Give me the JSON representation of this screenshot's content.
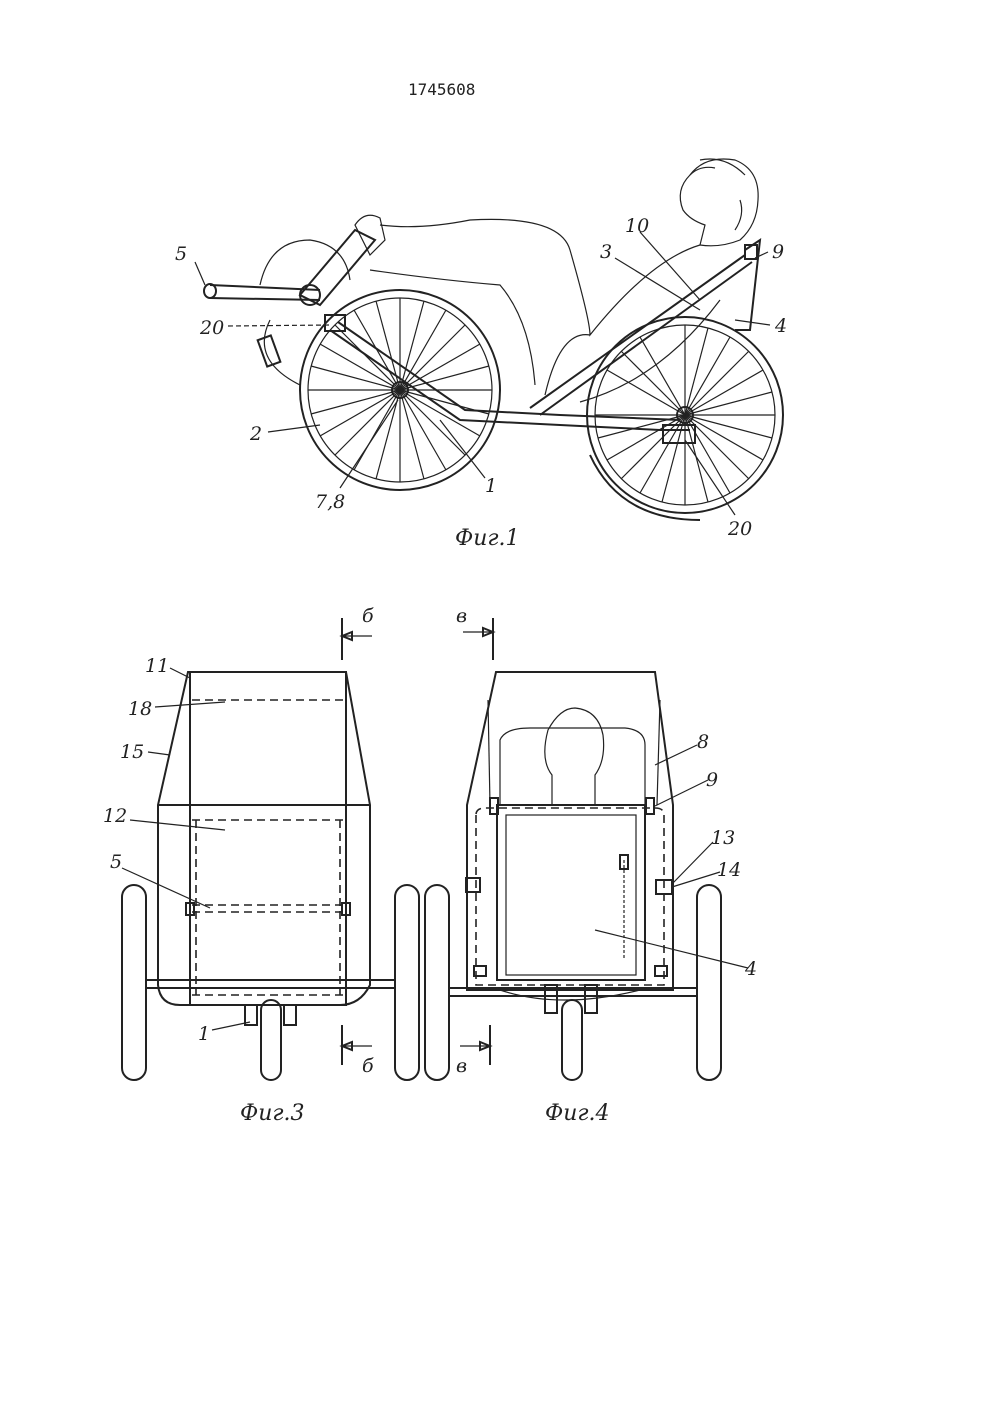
{
  "patent_number": "1745608",
  "figures": [
    {
      "caption": "Фиг.1",
      "labels": [
        "5",
        "20",
        "2",
        "7,8",
        "1",
        "10",
        "3",
        "9",
        "4",
        "20"
      ]
    },
    {
      "caption": "Фиг.3",
      "labels": [
        "11",
        "18",
        "15",
        "12",
        "5",
        "1"
      ],
      "section_marks": [
        "б",
        "б"
      ]
    },
    {
      "caption": "Фиг.4",
      "labels": [
        "8",
        "9",
        "13",
        "14",
        "4"
      ],
      "section_marks": [
        "в",
        "в"
      ]
    }
  ]
}
